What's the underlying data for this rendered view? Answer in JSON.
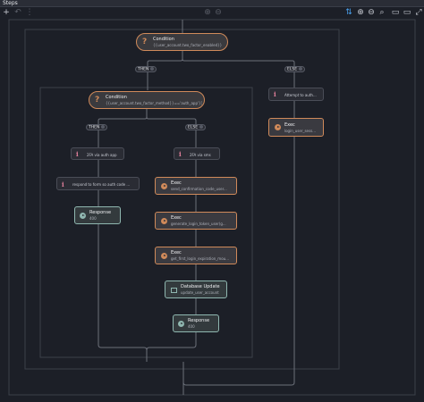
{
  "panel": {
    "title": "Steps"
  },
  "toolbar": {
    "left_icons": [
      "plus-icon",
      "undo-icon",
      "more-icon"
    ],
    "center_icons": [
      "zoom-in-disabled-icon",
      "zoom-out-disabled-icon"
    ],
    "right_icons": [
      "layout-icon",
      "zoom-in-icon",
      "zoom-out-icon",
      "search-icon",
      "folder-open-icon",
      "folder-icon",
      "expand-icon"
    ]
  },
  "nodes": {
    "cond1": {
      "title": "Condition",
      "expr": "{{user_account.two_factor_enabled}}"
    },
    "cond2": {
      "title": "Condition",
      "expr": "{{user_account.two_factor_method}}=='auth_app'}}"
    },
    "attempt": {
      "text": "Attempt to auth..."
    },
    "exec_login": {
      "title": "Exec",
      "sub": "login_user_sess..."
    },
    "note_2fa_app": {
      "text": "2FA via auth app"
    },
    "note_respond": {
      "text": "respond to form so auth code ..."
    },
    "resp1": {
      "title": "Response",
      "sub": "400"
    },
    "note_2fa_sms": {
      "text": "2FA via sms"
    },
    "exec_send": {
      "title": "Exec",
      "sub": "send_confirmation_code_user..."
    },
    "exec_gen": {
      "title": "Exec",
      "sub": "generate_login_token_user(g..."
    },
    "exec_get": {
      "title": "Exec",
      "sub": "get_first_login_expiration_mou..."
    },
    "db_update": {
      "title": "Database Update",
      "sub": "update_user_account"
    },
    "resp2": {
      "title": "Response",
      "sub": "400"
    }
  },
  "branches": {
    "then1": "THEN",
    "else1": "ELSE",
    "then2": "THEN",
    "else2": "ELSE"
  },
  "colors": {
    "background": "#1c1f27",
    "condition_border": "#d08a5a",
    "response_border": "#8fb7b0",
    "info_icon": "#e07e9a",
    "active_toolbar": "#4aa3f0"
  }
}
